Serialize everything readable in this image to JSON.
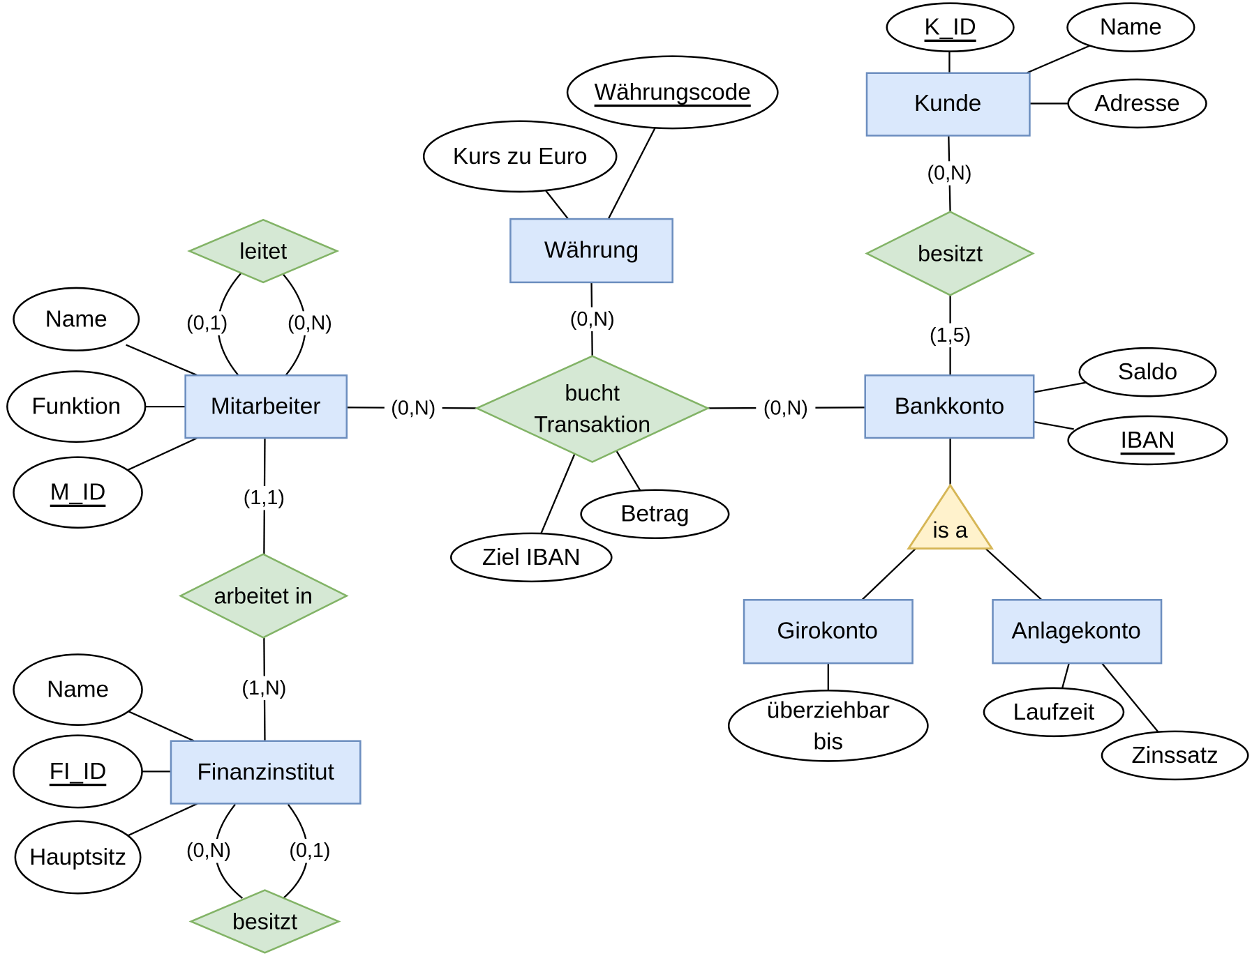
{
  "diagram": {
    "type": "ER diagram",
    "colors": {
      "entity_fill": "#dae8fc",
      "entity_stroke": "#6c8ebf",
      "relationship_fill": "#d5e8d4",
      "relationship_stroke": "#82b366",
      "isa_fill": "#fff2cc",
      "isa_stroke": "#d6b656"
    },
    "entities": {
      "mitarbeiter": "Mitarbeiter",
      "finanzinstitut": "Finanzinstitut",
      "waehrung": "Währung",
      "kunde": "Kunde",
      "bankkonto": "Bankkonto",
      "girokonto": "Girokonto",
      "anlagekonto": "Anlagekonto"
    },
    "relationships": {
      "leitet": "leitet",
      "arbeitet_in": "arbeitet in",
      "besitzt_fi": "besitzt",
      "bucht_line1": "bucht",
      "bucht_line2": "Transaktion",
      "besitzt_kunde": "besitzt",
      "isa": "is a"
    },
    "attributes": {
      "mitarbeiter_name": {
        "label": "Name",
        "key": false
      },
      "mitarbeiter_funktion": {
        "label": "Funktion",
        "key": false
      },
      "mitarbeiter_mid": {
        "label": "M_ID",
        "key": true
      },
      "fi_name": {
        "label": "Name",
        "key": false
      },
      "fi_id": {
        "label": "FI_ID",
        "key": true
      },
      "fi_hauptsitz": {
        "label": "Hauptsitz",
        "key": false
      },
      "waehrung_kurs": {
        "label": "Kurs zu Euro",
        "key": false
      },
      "waehrung_code": {
        "label": "Währungscode",
        "key": true
      },
      "kunde_kid": {
        "label": "K_ID",
        "key": true
      },
      "kunde_name": {
        "label": "Name",
        "key": false
      },
      "kunde_adresse": {
        "label": "Adresse",
        "key": false
      },
      "bankkonto_saldo": {
        "label": "Saldo",
        "key": false
      },
      "bankkonto_iban": {
        "label": "IBAN",
        "key": true
      },
      "transaktion_ziel_iban": {
        "label": "Ziel IBAN",
        "key": false
      },
      "transaktion_betrag": {
        "label": "Betrag",
        "key": false
      },
      "giro_ueberziehbar_line1": {
        "label": "überziehbar",
        "key": false
      },
      "giro_ueberziehbar_line2": {
        "label": "bis",
        "key": false
      },
      "anlage_laufzeit": {
        "label": "Laufzeit",
        "key": false
      },
      "anlage_zinssatz": {
        "label": "Zinssatz",
        "key": false
      }
    },
    "cardinalities": {
      "leitet_left": "(0,1)",
      "leitet_right": "(0,N)",
      "mitarbeiter_arbeitet": "(1,1)",
      "fi_arbeitet": "(1,N)",
      "fi_besitzt_left": "(0,N)",
      "fi_besitzt_right": "(0,1)",
      "mitarbeiter_bucht": "(0,N)",
      "waehrung_bucht": "(0,N)",
      "bankkonto_bucht": "(0,N)",
      "kunde_besitzt": "(0,N)",
      "bankkonto_besitzt": "(1,5)"
    }
  }
}
